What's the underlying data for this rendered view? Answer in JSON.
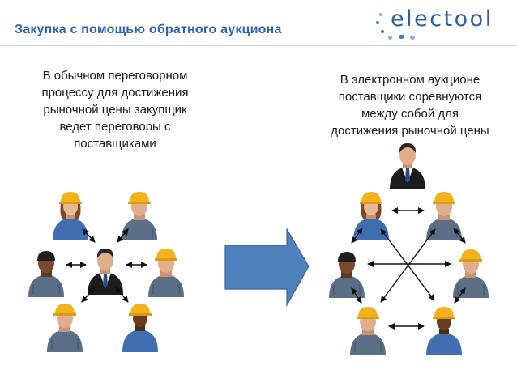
{
  "slide": {
    "title": "Закупка с помощью обратного аукциона",
    "logo_text": "electool",
    "left_caption": "В обычном переговорном\nпроцессу для достижения\nрыночной цены закупщик\nведет переговоры с\nпоставщиками",
    "right_caption": "В электронном аукционе\nпоставщики соревнуются\nмежду собой для\nдостижения рыночной цены"
  },
  "colors": {
    "title": "#2a66b3",
    "logo_text": "#2f5f9c",
    "logo_dots": [
      "#3b75c4",
      "#8fb1e0"
    ],
    "arrow_fill": "#4f81bd",
    "arrow_stroke": "#3a649a",
    "connector": "#111111",
    "hard_hat": "#f2b21b",
    "worker_shirt": "#5a6f86",
    "worker_blue_shirt": "#3f6fb0",
    "buyer_suit": "#1c1c1c"
  },
  "icons": {
    "buyer": "businessman-icon",
    "supplier": "worker-hardhat-icon",
    "transition": "right-arrow-icon",
    "link": "double-headed-arrow-icon"
  }
}
